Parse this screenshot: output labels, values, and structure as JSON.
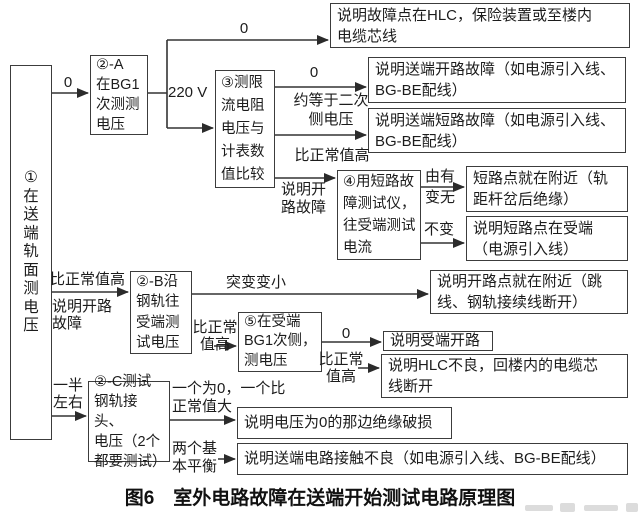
{
  "figure": {
    "caption": "图6　室外电路故障在送端开始测试电路原理图"
  },
  "colors": {
    "background": "#ffffff",
    "box_border": "#3c3c3c",
    "line": "#333333",
    "text": "#1c1c1c"
  },
  "process_nodes": {
    "n1": "①\n在\n送\n端\n轨\n面\n测\n电\n压",
    "n2a": "②-A\n在BG1\n次测测\n电压",
    "n3": "③测限\n流电阻\n电压与\n计表数\n值比较",
    "n4": "④用短路故\n障测试仪，\n往受端测试\n电流",
    "n2b": "②-B沿\n钢轨往\n受端测\n试电压",
    "n5": "⑤在受端\nBG1次侧，\n测电压",
    "n2c": "②-C测试\n钢轨接头、\n电压（2个\n都要测试）"
  },
  "result_nodes": {
    "hlc_fault": "说明故障点在HLC，保险装置或至楼内\n电缆芯线",
    "send_open": "说明送端开路故障（如电源引入线、\nBG-BE配线）",
    "send_short": "说明送端短路故障（如电源引入线、\nBG-BE配线）",
    "short_nearby": "短路点就在附近（轨\n距杆岔后绝缘）",
    "short_at_recv": "说明短路点在受端\n（电源引入线）",
    "open_nearby": "说明开路点就在附近（跳\n线、钢轨接续线断开）",
    "recv_open": "说明受端开路",
    "hlc_bad": "说明HLC不良，回楼内的电缆芯\n线断开",
    "insulation_damaged": "说明电压为0的那边绝缘破损",
    "contact_bad": "说明送端电路接触不良（如电源引入线、BG-BE配线）"
  },
  "edge_labels": {
    "zero1": "0",
    "zero2": "0",
    "v220": "220 V",
    "zero3": "0",
    "approx_secondary": "约等于二次\n侧电压",
    "higher1": "比正常值高",
    "open_fault_mid": "说明开\n路故障",
    "have_to_none": "由有\n变无",
    "no_change": "不变",
    "sudden_small": "突变变小",
    "higher0": "比正常值高",
    "open_fault_left": "说明开路\n故障",
    "half": "一半\n左右",
    "higher2": "比正常\n值高",
    "zero5": "0",
    "higher3": "比正常\n值高",
    "one_zero_one_big": "一个为0，一个比\n正常值大",
    "two_balanced": "两个基\n本平衡"
  }
}
